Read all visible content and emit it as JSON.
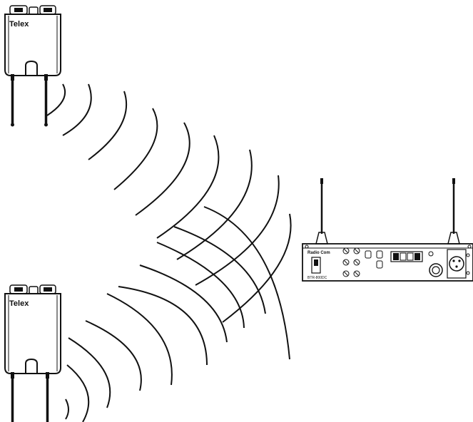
{
  "transmitters": [
    {
      "brand": "Telex"
    },
    {
      "brand": "Telex"
    }
  ],
  "receiver": {
    "brand": "Radio Com",
    "model": "BTR-800DC"
  },
  "colors": {
    "line": "#111111",
    "background": "#ffffff"
  }
}
